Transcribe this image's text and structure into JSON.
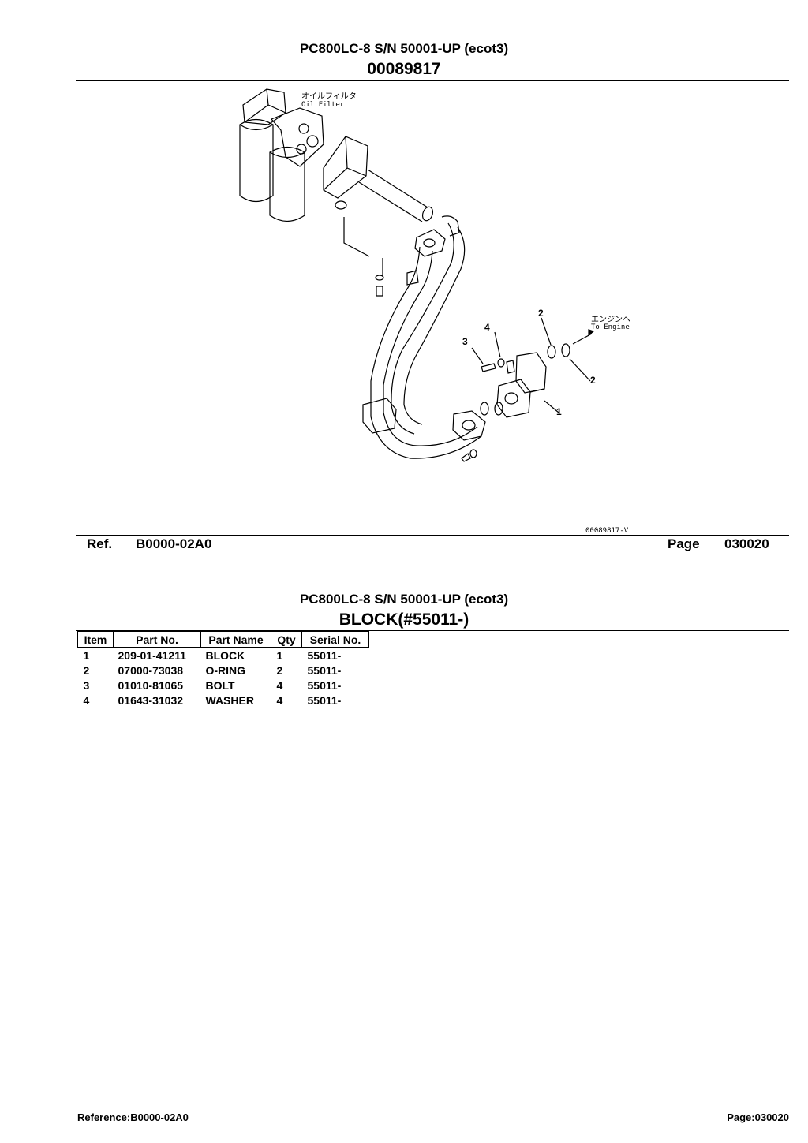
{
  "header": {
    "model": "PC800LC-8 S/N 50001-UP (ecot3)",
    "illustration_no": "00089817"
  },
  "diagram": {
    "labels": {
      "oil_filter_jp": "オイルフィルタ",
      "oil_filter_en": "Oil Filter",
      "to_engine_jp": "エンジンへ",
      "to_engine_en": "To Engine",
      "drawing_code": "00089817-V"
    },
    "callouts": [
      "1",
      "2",
      "2",
      "3",
      "4"
    ]
  },
  "refbar": {
    "ref_label": "Ref.",
    "ref_value": "B0000-02A0",
    "page_label": "Page",
    "page_value": "030020"
  },
  "section": {
    "model": "PC800LC-8 S/N 50001-UP (ecot3)",
    "title": "BLOCK(#55011-)"
  },
  "parts_table": {
    "headers": [
      "Item",
      "Part No.",
      "Part Name",
      "Qty",
      "Serial No."
    ],
    "rows": [
      [
        "1",
        "209-01-41211",
        "BLOCK",
        "1",
        "55011-"
      ],
      [
        "2",
        "07000-73038",
        "O-RING",
        "2",
        "55011-"
      ],
      [
        "3",
        "01010-81065",
        "BOLT",
        "4",
        "55011-"
      ],
      [
        "4",
        "01643-31032",
        "WASHER",
        "4",
        "55011-"
      ]
    ]
  },
  "footer": {
    "reference": "Reference:B0000-02A0",
    "page": "Page:030020"
  }
}
